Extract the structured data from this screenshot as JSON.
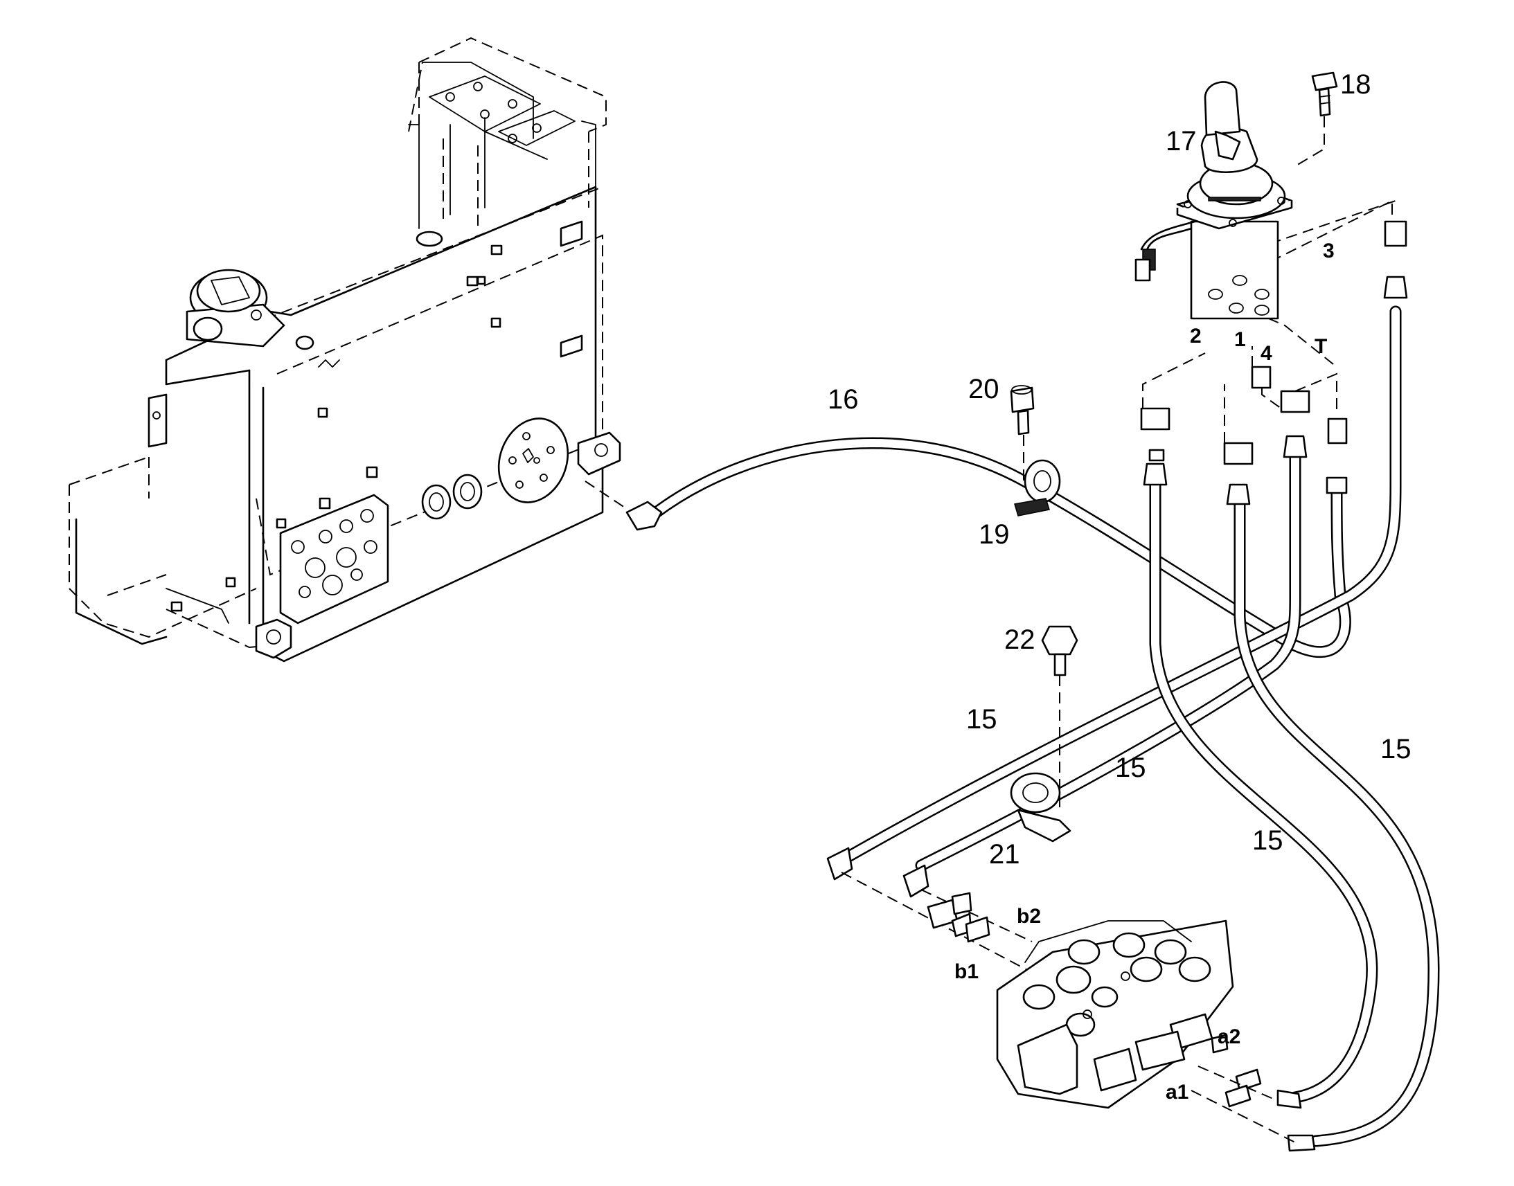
{
  "labels": {
    "p15a": "15",
    "p15b": "15",
    "p15c": "15",
    "p15d": "15",
    "p16": "16",
    "p17": "17",
    "p18": "18",
    "p19": "19",
    "p20": "20",
    "p21": "21",
    "p22": "22"
  },
  "ports": {
    "joystick_1": "1",
    "joystick_2": "2",
    "joystick_3": "3",
    "joystick_4": "4",
    "joystick_T": "T",
    "valve_a1": "a1",
    "valve_a2": "a2",
    "valve_b1": "b1",
    "valve_b2": "b2"
  },
  "colors": {
    "line": "#000000",
    "background": "#ffffff"
  }
}
